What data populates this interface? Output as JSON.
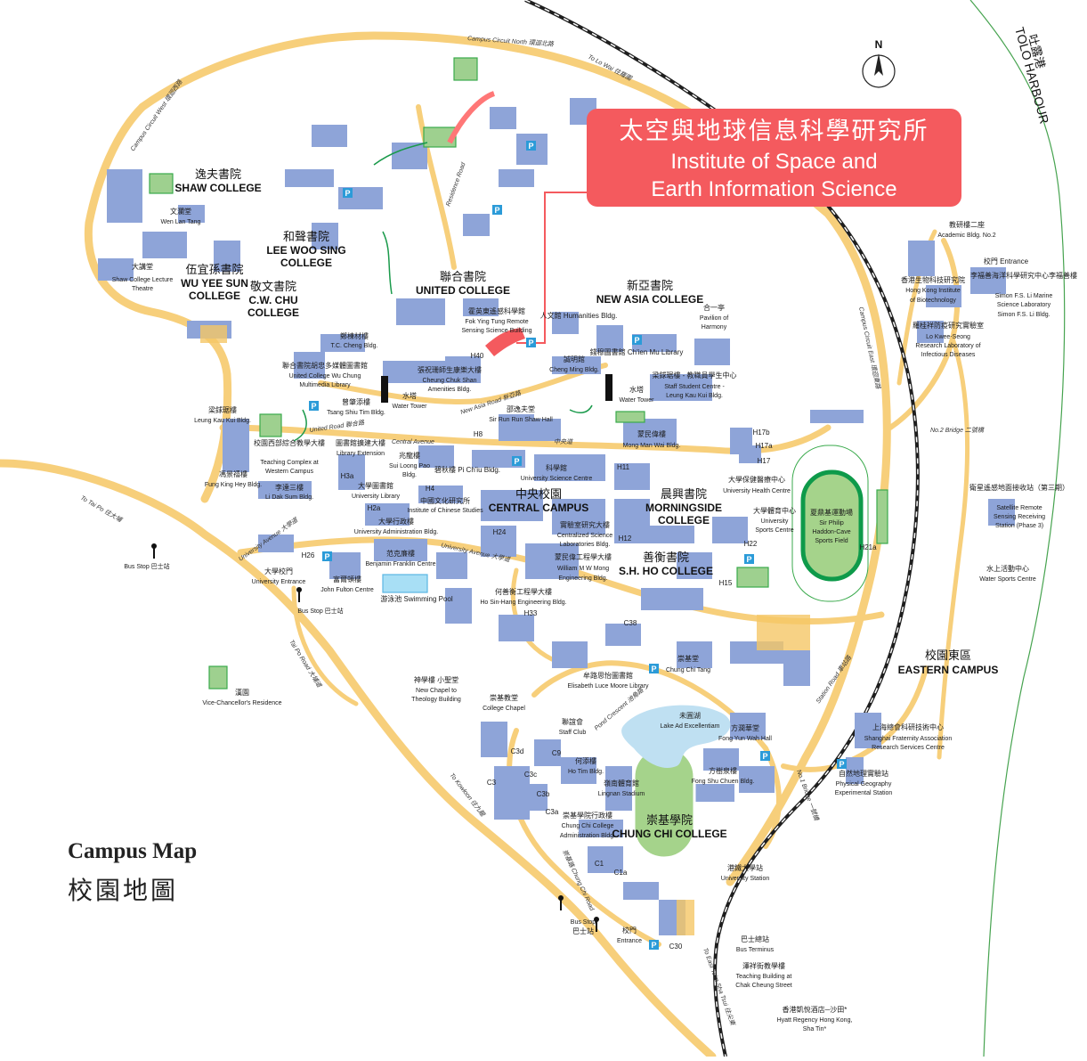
{
  "callout": {
    "zh": "太空與地球信息科學研究所",
    "en1": "Institute of Space and",
    "en2": "Earth Information Science"
  },
  "legend": {
    "title_en": "Campus Map",
    "title_zh": "校園地圖"
  },
  "north": "N",
  "sea": {
    "zh": "吐露港",
    "en": "TOLO HARBOUR"
  },
  "colors": {
    "road": "#f7cf7b",
    "building": "#8ea4d8",
    "pitch": "#3aaa4c",
    "callout": "#f45a5e",
    "rail": "#1e1e1e"
  },
  "roads": {
    "circuit_north": "Campus Circuit North 環迴北路",
    "circuit_west": "Campus Circuit West 環迴西路",
    "circuit_east": "Campus Circuit East 環迴東路",
    "to_lo_wai": "To Lo Wai 往羅圍",
    "residence": "Residence Road",
    "united": "United Road 聯合路",
    "new_asia": "New Asia Road 新亞路",
    "central_avenue": "Central Avenue",
    "central_avenue_zh": "中央道",
    "university_avenue_w": "University Avenue 大學道",
    "university_avenue_c": "University Avenue 大學道",
    "to_tai_po": "To Tai Po 往大埔",
    "tai_po_road": "Tai Po Road 大埔道",
    "to_kowloon": "To Kowloon 往九龍",
    "pond_crescent": "Pond Crescent 池角路",
    "chung_chi_road": "崇基路 Chung Chi Road",
    "station_road": "Station Road 車站路",
    "no1_bridge": "No.1 Bridge 一號橋",
    "no2_bridge": "No.2 Bridge 二號橋",
    "to_east_tsim": "To East Tsim Sha Tsui 往尖東"
  },
  "colleges": {
    "shaw": {
      "zh": "逸夫書院",
      "en": "SHAW COLLEGE"
    },
    "wys": {
      "zh": "伍宜孫書院",
      "en1": "WU YEE SUN",
      "en2": "COLLEGE"
    },
    "lws": {
      "zh": "和聲書院",
      "en1": "LEE WOO SING",
      "en2": "COLLEGE"
    },
    "cwc": {
      "zh": "敬文書院",
      "en1": "C.W. CHU",
      "en2": "COLLEGE"
    },
    "united": {
      "zh": "聯合書院",
      "en": "UNITED COLLEGE"
    },
    "new_asia": {
      "zh": "新亞書院",
      "en": "NEW ASIA COLLEGE"
    },
    "central": {
      "zh": "中央校園",
      "en": "CENTRAL CAMPUS"
    },
    "morningside": {
      "zh": "晨興書院",
      "en1": "MORNINGSIDE",
      "en2": "COLLEGE"
    },
    "shho": {
      "zh": "善衡書院",
      "en": "S.H. HO COLLEGE"
    },
    "chungchi": {
      "zh": "崇基學院",
      "en": "CHUNG CHI COLLEGE"
    },
    "eastern": {
      "zh": "校園東區",
      "en": "EASTERN CAMPUS"
    }
  },
  "labels": {
    "wen_lan_tang": [
      "文瀾堂",
      "Wen Lan Tang"
    ],
    "shaw_theatre": [
      "大講堂",
      "Shaw College Lecture",
      "Theatre"
    ],
    "tc_cheng": [
      "鄭棟材樓",
      "T.C. Cheng Bldg."
    ],
    "wu_chung": [
      "聯合書院胡忠多媒體圖書館",
      "United College Wu Chung",
      "Multimedia Library"
    ],
    "tsang_shiu_tim": [
      "曾肇添樓",
      "Tsang Shiu Tim Bldg."
    ],
    "water_tower_w": [
      "水塔",
      "Water Tower"
    ],
    "cheung_chuk_shan": [
      "張祝珊師生康樂大樓",
      "Cheung Chuk Shan",
      "Amenities Bldg."
    ],
    "fok_ying_tung": [
      "霍英東遙感科學館",
      "Fok Ying Tung Remote",
      "Sensing Science Building"
    ],
    "humanities": [
      "人文館 Humanities Bldg."
    ],
    "chien_mu": [
      "錢穆圖書館 Ch'ien Mu Library"
    ],
    "cheng_ming": [
      "誠明館",
      "Cheng Ming Bldg."
    ],
    "water_tower_e": [
      "水塔",
      "Water Tower"
    ],
    "staff_student": [
      "梁銶琚樓 - 教職員學生中心",
      "Staff Student Centre -",
      "Leung Kau Kui Bldg."
    ],
    "pavilion": [
      "合一亭",
      "Pavilion of",
      "Harmony"
    ],
    "sir_run_run": [
      "邵逸夫堂",
      "Sir Run Run Shaw Hall"
    ],
    "mong_man_wai": [
      "蒙民偉樓",
      "Mong Man Wai Bldg."
    ],
    "leung_kau_kui": [
      "梁銶琚樓",
      "Leung Kau Kui Bldg."
    ],
    "teaching_complex": [
      "校園西部綜合教學大樓",
      "Teaching Complex at",
      "Western Campus"
    ],
    "library_ext": [
      "圖書館擴建大樓",
      "Library Extension"
    ],
    "sui_loong_pao": [
      "兆龍樓",
      "Sui Loong Pao",
      "Bldg."
    ],
    "pi_chiu": [
      "碧秋樓 Pi Ch'iu Bldg."
    ],
    "science_centre": [
      "科學館",
      "University Science Centre"
    ],
    "fung_king_hey": [
      "馮景禧樓",
      "Fung King Hey Bldg."
    ],
    "li_dak_sum": [
      "李達三樓",
      "Li Dak Sum Bldg."
    ],
    "univ_library": [
      "大學圖書館",
      "University Library"
    ],
    "ics": [
      "中國文化研究所",
      "Institute of Chinese Studies"
    ],
    "admin": [
      "大學行政樓",
      "University Administration Bldg."
    ],
    "centralized_lab": [
      "實驗室研究大樓",
      "Centralized Science",
      "Laboratories Bldg."
    ],
    "health": [
      "大學保健醫療中心",
      "University Health Centre"
    ],
    "sports_centre": [
      "大學體育中心",
      "University",
      "Sports Centre"
    ],
    "sports_field": [
      "夏鼎基運動場",
      "Sir Philip",
      "Haddon-Cave",
      "Sports Field"
    ],
    "franklin": [
      "范克廉樓",
      "Benjamin Franklin Centre"
    ],
    "fulton": [
      "富爾頓樓",
      "John Fulton Centre"
    ],
    "pool": [
      "游泳池 Swimming Pool"
    ],
    "univ_entrance": [
      "大學校門",
      "University Entrance"
    ],
    "bus_stop_w1": [
      "Bus Stop 巴士站"
    ],
    "bus_stop_w2": [
      "Bus Stop 巴士站"
    ],
    "mong_eng": [
      "蒙民偉工程學大樓",
      "William M W Mong",
      "Engineering Bldg."
    ],
    "ho_sin_hang": [
      "何善衡工程學大樓",
      "Ho Sin-Hang Engineering Bldg."
    ],
    "vcr": [
      "漢園",
      "Vice-Chancellor's Residence"
    ],
    "theology": [
      "神學樓 小聖堂",
      "New Chapel to",
      "Theology Building"
    ],
    "chapel": [
      "崇基教堂",
      "College Chapel"
    ],
    "staff_club": [
      "聯誼會",
      "Staff Club"
    ],
    "lucy_moore": [
      "牟路思怡圖書館",
      "Elisabeth Luce Moore Library"
    ],
    "chung_chi_tang": [
      "崇基堂",
      "Chung Chi Tang"
    ],
    "lake": [
      "未圓湖",
      "Lake Ad Excellentiam"
    ],
    "fong_yun_wah": [
      "方潤華堂",
      "Fong Yun Wah Hall"
    ],
    "fong_shu_chuen": [
      "方樹泉樓",
      "Fong Shu Chuen Bldg."
    ],
    "ho_tim": [
      "何添樓",
      "Ho Tim Bldg."
    ],
    "lingnan": [
      "嶺南體育館",
      "Lingnan Stadium"
    ],
    "cc_admin": [
      "崇基學院行政樓",
      "Chung Chi College",
      "Administration Bldg."
    ],
    "bus_stop_s": [
      "Bus Stop",
      "巴士站"
    ],
    "entrance_s": [
      "校門",
      "Entrance"
    ],
    "univ_station": [
      "港鐵大學站",
      "University Station"
    ],
    "bus_terminus": [
      "巴士總站",
      "Bus Terminus"
    ],
    "chak_cheung": [
      "澤祥街教學樓",
      "Teaching Building at",
      "Chak Cheung Street"
    ],
    "hyatt": [
      "香港凱悅酒店─沙田*",
      "Hyatt Regency Hong Kong,",
      "Sha Tin*"
    ],
    "academic2": [
      "教研樓二座",
      "Academic Bldg. No.2"
    ],
    "hkib": [
      "香港生物科技研究院",
      "Hong Kong Institute",
      "of Biotechnology"
    ],
    "entrance_e": [
      "校門 Entrance"
    ],
    "simon_li": [
      "李福善海洋科學研究中心李福善樓",
      "Simon F.S. Li Marine",
      "Science Laboratory",
      "Simon F.S. Li Bldg."
    ],
    "lo_kwee_seong": [
      "羅桂祥防疫研究實驗室",
      "Lo Kwee-Seong",
      "Research Laboratory of",
      "Infectious Diseases"
    ],
    "satellite": [
      "衛星遙感地面接收站（第三期）",
      "Satellite Remote",
      "Sensing Receiving",
      "Station (Phase 3)"
    ],
    "water_sports": [
      "水上活動中心",
      "Water Sports Centre"
    ],
    "shanghai": [
      "上海總會科研技術中心",
      "Shanghai Fraternity Association",
      "Research Services Centre"
    ],
    "phys_geo": [
      "自然地理實驗站",
      "Physical Geography",
      "Experimental Station"
    ]
  },
  "codes": [
    "H40",
    "H8",
    "H3a",
    "H4",
    "H2a",
    "H11",
    "H12",
    "H15",
    "H17",
    "H17a",
    "H17b",
    "H21a",
    "H22",
    "H24",
    "H26",
    "H33",
    "C38",
    "C3",
    "C3a",
    "C3b",
    "C3c",
    "C3d",
    "C9",
    "C1",
    "C1a",
    "C30"
  ],
  "parking": "P"
}
